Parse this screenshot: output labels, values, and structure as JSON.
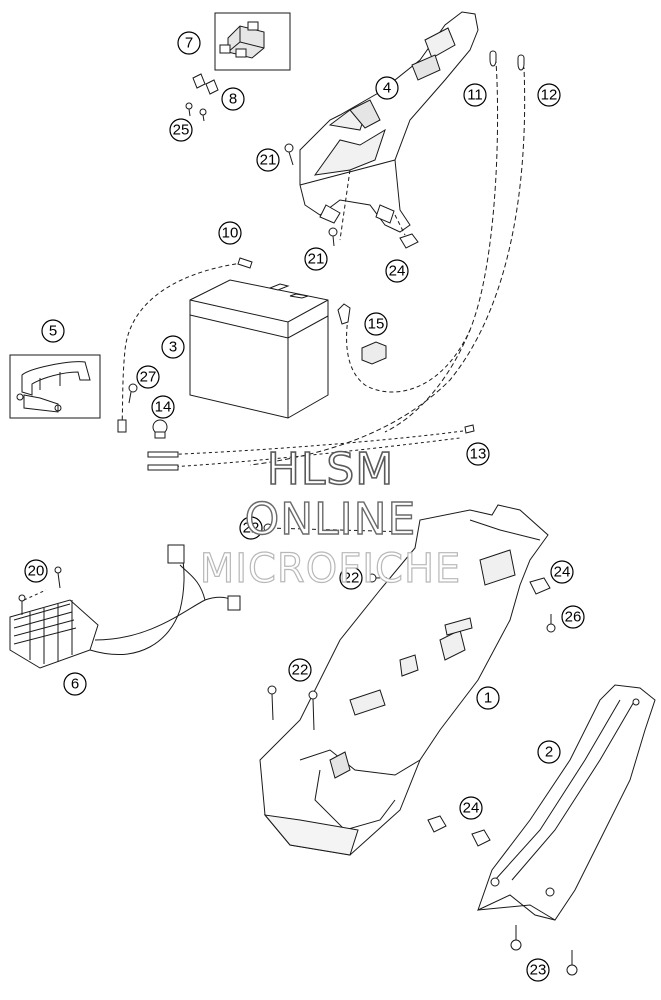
{
  "watermark": {
    "line1": "HLSM",
    "line2": "ONLINE",
    "line3": "MICROFICHE"
  },
  "callouts": {
    "c1": "1",
    "c2": "2",
    "c3": "3",
    "c4": "4",
    "c5": "5",
    "c6": "6",
    "c7": "7",
    "c8": "8",
    "c10": "10",
    "c11": "11",
    "c12": "12",
    "c13": "13",
    "c14": "14",
    "c15": "15",
    "c20": "20",
    "c21a": "21",
    "c21b": "21",
    "c22a": "22",
    "c22b": "22",
    "c22c": "22",
    "c23": "23",
    "c24a": "24",
    "c24b": "24",
    "c24c": "24",
    "c25": "25",
    "c26": "26",
    "c27": "27"
  },
  "colors": {
    "line": "#1a1a1a",
    "part_fill": "#ffffff",
    "shade": "#d9d9d9"
  }
}
